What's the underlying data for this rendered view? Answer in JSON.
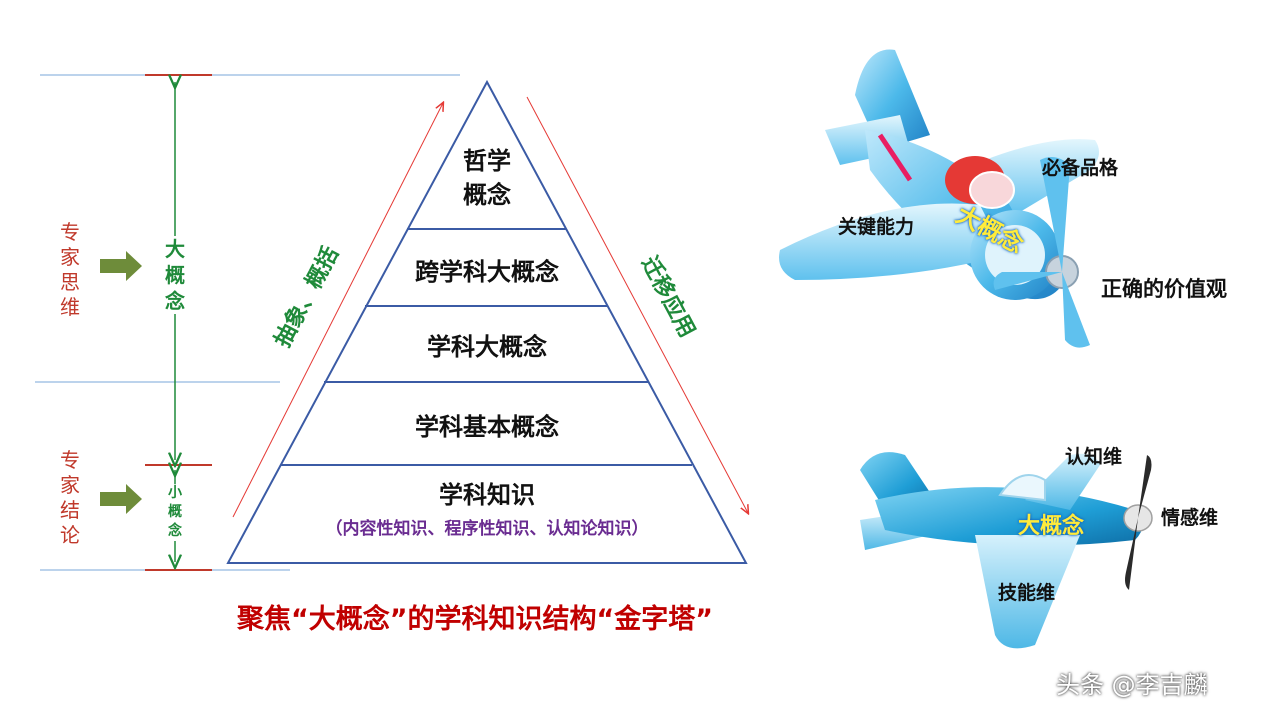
{
  "left_axis": {
    "expert_thinking": "专家思维",
    "expert_conclusion": "专家结论",
    "big_concept": "大概念",
    "small_concept": "小概念"
  },
  "pyramid": {
    "levels": [
      {
        "title": "哲学概念"
      },
      {
        "title": "跨学科大概念"
      },
      {
        "title": "学科大概念"
      },
      {
        "title": "学科基本概念"
      },
      {
        "title": "学科知识",
        "subtitle": "（内容性知识、程序性知识、认知论知识）"
      }
    ],
    "left_arrow_label": "抽象、概括",
    "right_arrow_label": "迁移应用"
  },
  "caption": "聚焦“大概念”的学科知识结构“金字塔”",
  "plane_top": {
    "core": "大概念",
    "labels": {
      "left": "关键能力",
      "top": "必备品格",
      "right": "正确的价值观"
    }
  },
  "plane_bottom": {
    "core": "大概念",
    "labels": {
      "top": "认知维",
      "right": "情感维",
      "bottom": "技能维"
    }
  },
  "watermark": "头条 @李吉麟",
  "colors": {
    "pyramid_stroke": "#3b5ba5",
    "green": "#1f8a3a",
    "red": "#c0392b",
    "caption": "#c00000",
    "purple": "#6a2c91",
    "plane_blue": "#29a9e1"
  }
}
